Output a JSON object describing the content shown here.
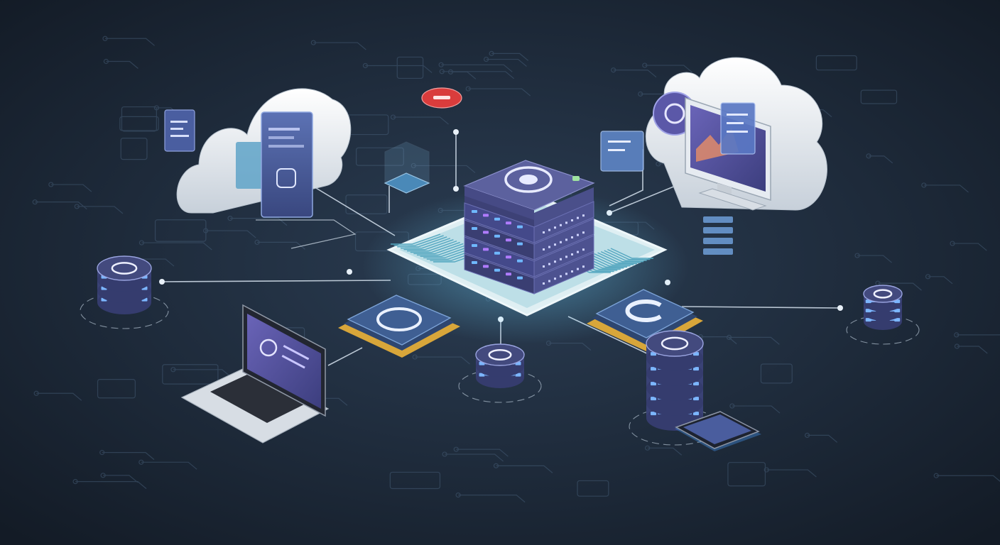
{
  "colors": {
    "background_center": "#2a3c52",
    "background_edge": "#141d29",
    "circuit": "#4f6a84",
    "connector_line": "#d6e2ee",
    "platform_fill": "#c9e6ee",
    "server_body": "#4a4f86",
    "server_top": "#5c619e",
    "led_blue": "#6fb8ff",
    "led_purple": "#b07cff",
    "chip_face": "#3f5f93",
    "chip_pins": "#d8a63a",
    "db_top": "#434a7e",
    "db_band": "#7cb6ff",
    "cloud": "#eef2f6",
    "alert_red": "#d93c3c",
    "screen_purple": "#5b58a8"
  },
  "nodes": [
    {
      "id": "central-server",
      "icon": "gear-dial-icon"
    },
    {
      "id": "cloud-left",
      "icon": "cloud-icon"
    },
    {
      "id": "cloud-right",
      "icon": "cloud-icon"
    },
    {
      "id": "chip-left",
      "icon": "half-gear-icon"
    },
    {
      "id": "chip-right",
      "icon": "c-arc-icon"
    },
    {
      "id": "database-left",
      "icon": "eye-icon"
    },
    {
      "id": "database-center",
      "icon": "document-icon"
    },
    {
      "id": "database-stack-right",
      "icon": "document-icon"
    },
    {
      "id": "database-far-right",
      "icon": "share-icon"
    },
    {
      "id": "laptop",
      "icon": "laptop-icon"
    },
    {
      "id": "tablet",
      "icon": "tablet-icon"
    },
    {
      "id": "desktop-monitor",
      "icon": "monitor-icon"
    },
    {
      "id": "alert-badge",
      "icon": "alert-icon"
    }
  ]
}
